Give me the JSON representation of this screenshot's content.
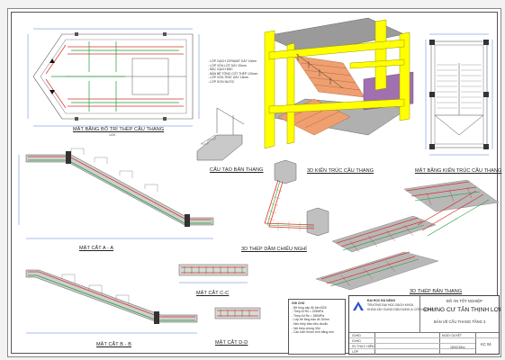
{
  "captions": {
    "plan_rebar": "MẶT BẰNG BỐ TRÍ THÉP CẦU THANG",
    "stair_structure": "CẤU TẠO BẢN THANG",
    "arch_3d": "3D KIẾN TRÚC CẦU THANG",
    "arch_plan": "MẶT BẰNG KIẾN TRÚC CẦU THANG",
    "section_aa": "MẶT CẮT A - A",
    "beam_3d": "3D THÉP DẦM CHIẾU NGHỈ",
    "section_cc": "MẶT CẮT C-C",
    "section_bb": "MẶT CẮT B - B",
    "section_dd": "MẶT CẮT D-D",
    "rebar_3d": "3D THÉP BẢN THANG"
  },
  "scale_label": "1/25",
  "layer_notes": [
    "- LỚP GẠCH CERAMIT DÀY 10mm",
    "- LỚP VỮA LÓT DÀY 20mm",
    "- BẬC GẠCH ĐẶC",
    "- BẢN BÊ TÔNG CỐT THÉP 120mm",
    "- LỚP VỮA TRÁT DÀY 15mm",
    "- LỚP SƠN NƯỚC"
  ],
  "general_notes": {
    "title": "GHI CHÚ",
    "lines": [
      "- Bê tông cấp độ bền B25",
      "- Thép AI Rs = 225MPa",
      "- Thép AII Rs = 280MPa",
      "- Lớp bê tông bảo vệ 20mm",
      "- Neo thép theo tiêu chuẩn",
      "- Nối thép chồng 30d",
      "- Các kích thước tính bằng mm"
    ]
  },
  "title_block": {
    "university": "ĐẠI HỌC ĐÀ NẴNG",
    "school": "TRƯỜNG ĐẠI HỌC BÁCH KHOA",
    "faculty": "KHOA XÂY DỰNG DÂN DỤNG & CÔNG NGHIỆP",
    "project_type": "ĐỒ ÁN TỐT NGHIỆP",
    "project_name": "CHUNG CƯ TÂN THỊNH LỢI",
    "drawing_name": "BẢN VẼ CẦU THANG TẦNG 3",
    "row_labels": [
      "GVHD",
      "GVHD",
      "SV THỰC HIỆN",
      "LỚP"
    ],
    "row_values": [
      "",
      "",
      "",
      ""
    ],
    "date_label": "NGÀY DUYỆT",
    "sheet_label": "KC 04",
    "student_id": "1801018xx"
  },
  "colors": {
    "column_yellow": "#ffff00",
    "slab_grey": "#9a9a9a",
    "step_salmon": "#f0a070",
    "rebar_red": "#d8342a",
    "rebar_green": "#1e9e3a",
    "wall_purple": "#a070b0",
    "dim_blue": "#2a55c8"
  }
}
